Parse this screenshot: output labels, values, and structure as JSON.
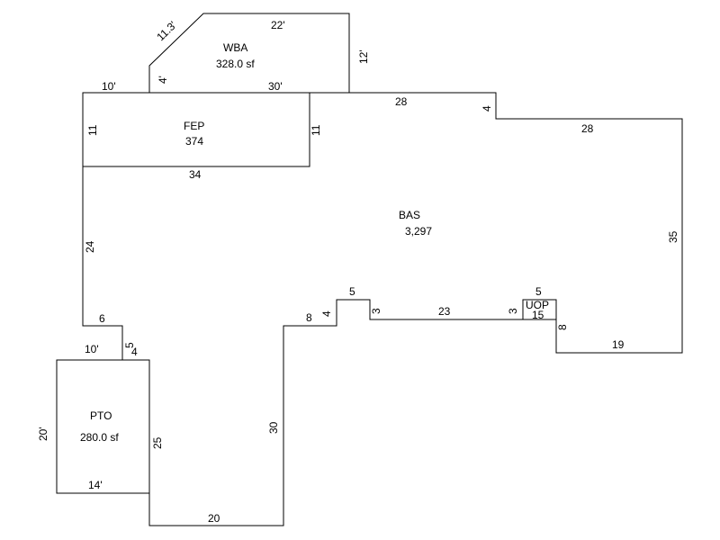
{
  "areas": {
    "wba": {
      "name": "WBA",
      "value": "328.0 sf"
    },
    "fep": {
      "name": "FEP",
      "value": "374"
    },
    "bas": {
      "name": "BAS",
      "value": "3,297"
    },
    "pto": {
      "name": "PTO",
      "value": "280.0 sf"
    },
    "uop": {
      "name": "UOP",
      "value": "15"
    }
  },
  "dims": {
    "wba_diag": "11.3'",
    "wba_top": "22'",
    "wba_right": "12'",
    "wba_left": "4'",
    "wba_bottom": "30'",
    "top_left": "10'",
    "fep_left": "11",
    "fep_right": "11",
    "fep_bottom": "34",
    "top_28": "28",
    "step_4": "4",
    "right_top_28": "28",
    "right_35": "35",
    "left_24": "24",
    "left_6": "6",
    "pto_top": "10'",
    "s5": "5",
    "s4": "4",
    "pto_left": "20'",
    "pto_right": "25",
    "pto_bottom": "14'",
    "bottom_20": "20",
    "v30": "30",
    "h8": "8",
    "v4": "4",
    "top5": "5",
    "v3a": "3",
    "h23": "23",
    "v3b": "3",
    "uop5": "5",
    "v8": "8",
    "h19": "19"
  }
}
